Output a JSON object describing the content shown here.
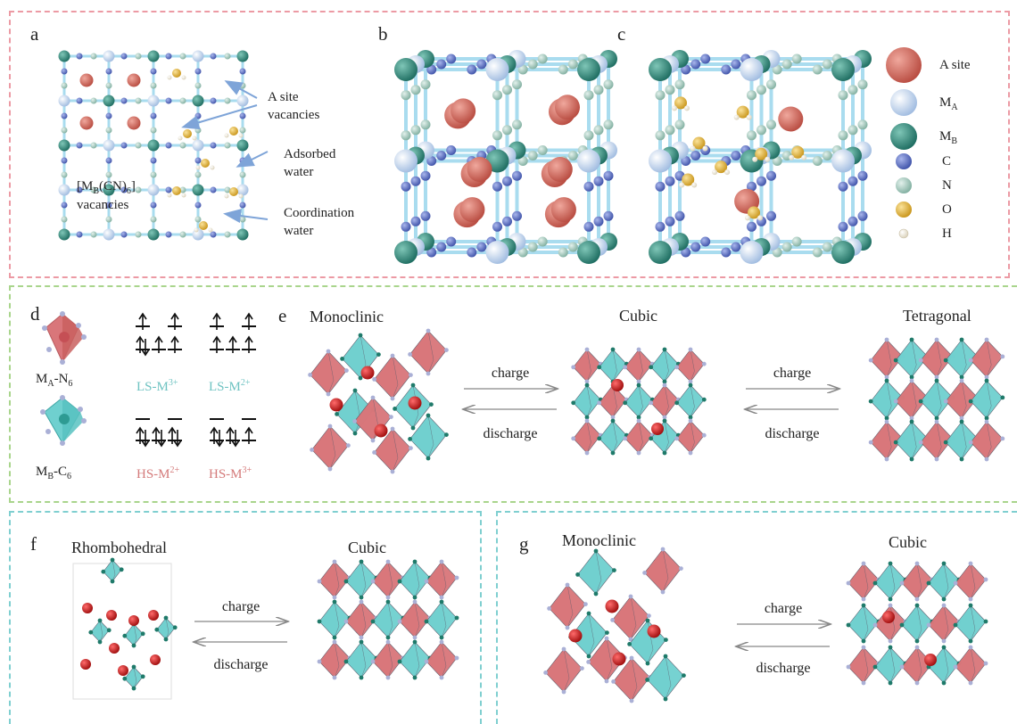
{
  "panels": {
    "a": {
      "label": "a",
      "annotations": [
        "A site",
        "vacancies",
        "Adsorbed",
        "water",
        "Coordination",
        "water"
      ],
      "vacancy_label_main": "[M",
      "vacancy_sub_b": "B",
      "vacancy_mid": "(CN)",
      "vacancy_sub_6": "6",
      "vacancy_end": "]",
      "vacancy_line2": "vacancies"
    },
    "b": {
      "label": "b"
    },
    "c": {
      "label": "c"
    },
    "legend": {
      "items": [
        {
          "text": "A site",
          "sub": "",
          "color": "#c4574c"
        },
        {
          "text": "M",
          "sub": "A",
          "color": "#bcd3ee"
        },
        {
          "text": "M",
          "sub": "B",
          "color": "#2b8a7a"
        },
        {
          "text": "C",
          "sub": "",
          "color": "#5b6fc4"
        },
        {
          "text": "N",
          "sub": "",
          "color": "#9cc7bb"
        },
        {
          "text": "O",
          "sub": "",
          "color": "#e6b43a"
        },
        {
          "text": "H",
          "sub": "",
          "color": "#f0ead8"
        }
      ]
    },
    "d": {
      "label": "d",
      "ma_label": "M",
      "ma_sub": "A",
      "ma_suffix": "-N",
      "ma_sub2": "6",
      "mb_label": "M",
      "mb_sub": "B",
      "mb_suffix": "-C",
      "mb_sub2": "6",
      "ls3": "LS-M",
      "ls3_sup": "3+",
      "ls2": "LS-M",
      "ls2_sup": "2+",
      "hs2": "HS-M",
      "hs2_sup": "2+",
      "hs3": "HS-M",
      "hs3_sup": "3+"
    },
    "e": {
      "label": "e",
      "phase1": "Monoclinic",
      "phase2": "Cubic",
      "phase3": "Tetragonal",
      "charge": "charge",
      "discharge": "discharge"
    },
    "f": {
      "label": "f",
      "phase1": "Rhombohedral",
      "phase2": "Cubic",
      "charge": "charge",
      "discharge": "discharge"
    },
    "g": {
      "label": "g",
      "phase1": "Monoclinic",
      "phase2": "Cubic",
      "charge": "charge",
      "discharge": "discharge"
    }
  },
  "colors": {
    "a_site": "#c4574c",
    "ma": "#bcd3ee",
    "mb": "#2b8a7a",
    "c": "#5b6fc4",
    "n": "#9cc7bb",
    "o": "#e6b43a",
    "h": "#f0ead8",
    "octa_red": "#d9767a",
    "octa_cyan": "#6fd0cf"
  }
}
